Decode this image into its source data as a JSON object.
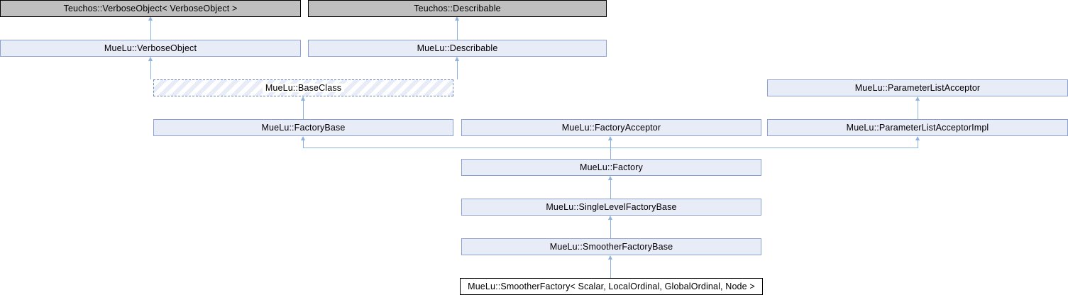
{
  "diagram": {
    "title": "MueLu::SmootherFactory inheritance diagram",
    "type": "class-inheritance",
    "colors": {
      "node_fill": "#e8ecf7",
      "node_border": "#8ba0cd",
      "external_fill": "#bfbfbf",
      "external_border": "#000000",
      "current_fill": "#ffffff",
      "current_border": "#000000",
      "connector": "#8ab4dd",
      "background": "#ffffff"
    },
    "nodes": [
      {
        "id": "teuchos_verbose",
        "label": "Teuchos::VerboseObject< VerboseObject >",
        "style": "external"
      },
      {
        "id": "teuchos_describable",
        "label": "Teuchos::Describable",
        "style": "external"
      },
      {
        "id": "muelu_verbose",
        "label": "MueLu::VerboseObject",
        "style": "plain"
      },
      {
        "id": "muelu_describable",
        "label": "MueLu::Describable",
        "style": "plain"
      },
      {
        "id": "muelu_baseclass",
        "label": "MueLu::BaseClass",
        "style": "hatched"
      },
      {
        "id": "muelu_plistacceptor",
        "label": "MueLu::ParameterListAcceptor",
        "style": "plain"
      },
      {
        "id": "muelu_factorybase",
        "label": "MueLu::FactoryBase",
        "style": "plain"
      },
      {
        "id": "muelu_factoryacceptor",
        "label": "MueLu::FactoryAcceptor",
        "style": "plain"
      },
      {
        "id": "muelu_plistacceptorimpl",
        "label": "MueLu::ParameterListAcceptorImpl",
        "style": "plain"
      },
      {
        "id": "muelu_factory",
        "label": "MueLu::Factory",
        "style": "plain"
      },
      {
        "id": "muelu_singlelevel",
        "label": "MueLu::SingleLevelFactoryBase",
        "style": "plain"
      },
      {
        "id": "muelu_smootherbase",
        "label": "MueLu::SmootherFactoryBase",
        "style": "plain"
      },
      {
        "id": "muelu_smootherfactory",
        "label": "MueLu::SmootherFactory< Scalar, LocalOrdinal, GlobalOrdinal, Node >",
        "style": "current"
      }
    ],
    "edges": [
      {
        "from": "muelu_verbose",
        "to": "teuchos_verbose"
      },
      {
        "from": "muelu_describable",
        "to": "teuchos_describable"
      },
      {
        "from": "muelu_baseclass",
        "to": "muelu_verbose"
      },
      {
        "from": "muelu_baseclass",
        "to": "muelu_describable"
      },
      {
        "from": "muelu_factorybase",
        "to": "muelu_baseclass"
      },
      {
        "from": "muelu_plistacceptorimpl",
        "to": "muelu_plistacceptor"
      },
      {
        "from": "muelu_factory",
        "to": "muelu_factorybase"
      },
      {
        "from": "muelu_factory",
        "to": "muelu_factoryacceptor"
      },
      {
        "from": "muelu_factory",
        "to": "muelu_plistacceptorimpl"
      },
      {
        "from": "muelu_singlelevel",
        "to": "muelu_factory"
      },
      {
        "from": "muelu_smootherbase",
        "to": "muelu_singlelevel"
      },
      {
        "from": "muelu_smootherfactory",
        "to": "muelu_smootherbase"
      }
    ]
  }
}
